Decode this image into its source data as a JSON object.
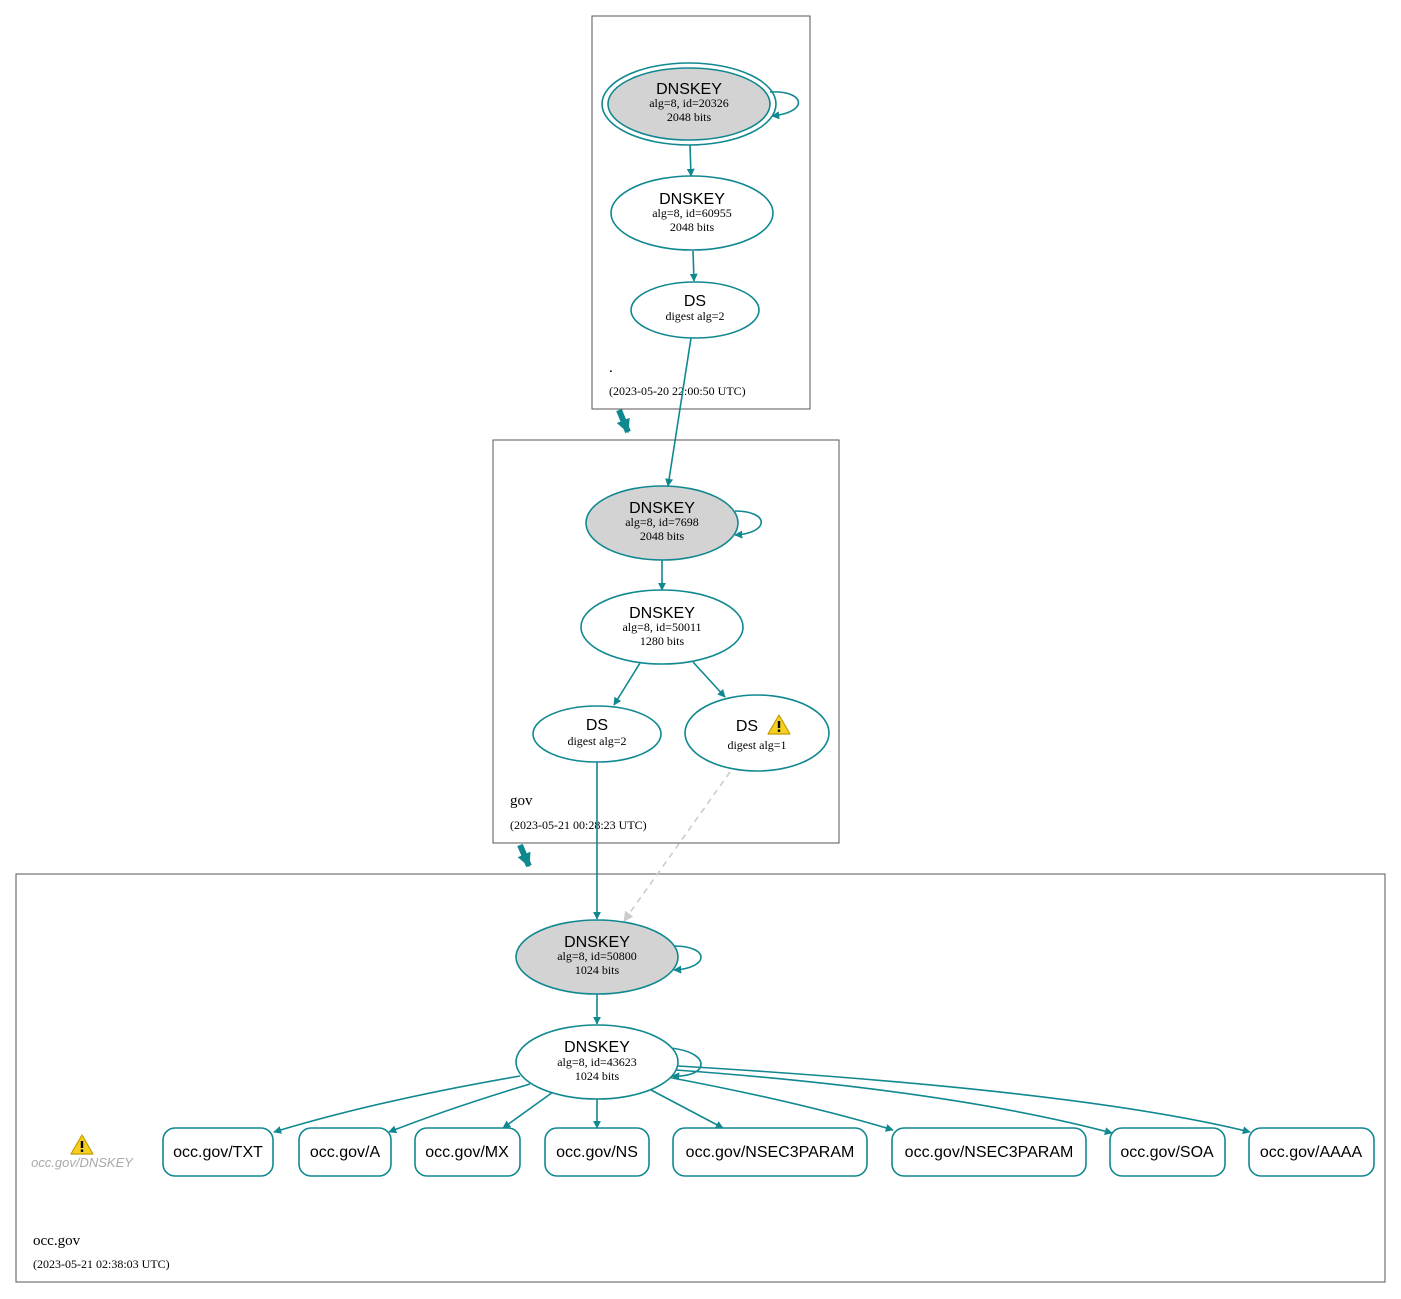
{
  "colors": {
    "edge": "#108890",
    "ksk_fill": "#d3d3d3",
    "key_fill": "#ffffff",
    "dashed_edge": "#cccccc",
    "warning_fill": "#f5d020",
    "zone_border": "#555555"
  },
  "zones": {
    "root": {
      "name": ".",
      "timestamp": "(2023-05-20 22:00:50 UTC)"
    },
    "gov": {
      "name": "gov",
      "timestamp": "(2023-05-21 00:28:23 UTC)"
    },
    "occ": {
      "name": "occ.gov",
      "timestamp": "(2023-05-21 02:38:03 UTC)"
    }
  },
  "nodes": {
    "root_ksk": {
      "type": "DNSKEY",
      "line1": "alg=8, id=20326",
      "line2": "2048 bits"
    },
    "root_zsk": {
      "type": "DNSKEY",
      "line1": "alg=8, id=60955",
      "line2": "2048 bits"
    },
    "root_ds": {
      "type": "DS",
      "line1": "digest alg=2"
    },
    "gov_ksk": {
      "type": "DNSKEY",
      "line1": "alg=8, id=7698",
      "line2": "2048 bits"
    },
    "gov_zsk": {
      "type": "DNSKEY",
      "line1": "alg=8, id=50011",
      "line2": "1280 bits"
    },
    "gov_ds2": {
      "type": "DS",
      "line1": "digest alg=2"
    },
    "gov_ds1": {
      "type": "DS",
      "line1": "digest alg=1"
    },
    "occ_ksk": {
      "type": "DNSKEY",
      "line1": "alg=8, id=50800",
      "line2": "1024 bits"
    },
    "occ_zsk": {
      "type": "DNSKEY",
      "line1": "alg=8, id=43623",
      "line2": "1024 bits"
    }
  },
  "records": {
    "txt": "occ.gov/TXT",
    "a": "occ.gov/A",
    "mx": "occ.gov/MX",
    "ns": "occ.gov/NS",
    "nsec3param1": "occ.gov/NSEC3PARAM",
    "nsec3param2": "occ.gov/NSEC3PARAM",
    "soa": "occ.gov/SOA",
    "aaaa": "occ.gov/AAAA"
  },
  "ghost_record": {
    "label": "occ.gov/DNSKEY",
    "icon": "warning-icon"
  },
  "warnings": {
    "gov_ds1_icon": "warning-icon"
  }
}
